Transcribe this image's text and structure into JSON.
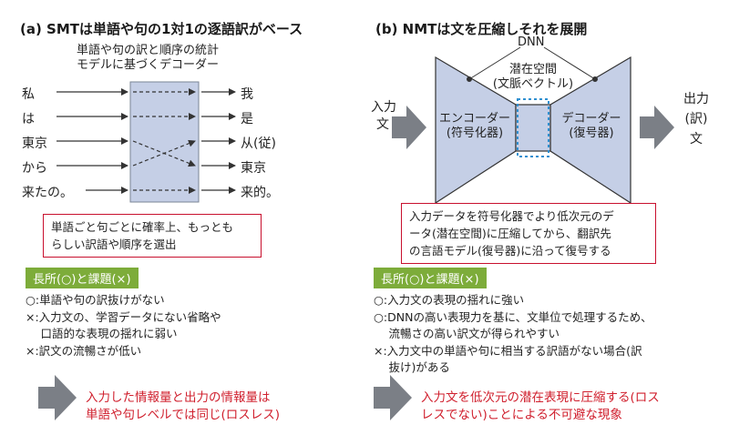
{
  "left": {
    "title": "(a) SMTは単語や句の1対1の逐語訳がベース",
    "stat_note": [
      "単語や句の訳と順序の統計",
      "モデルに基づくデコーダー"
    ],
    "source_words": [
      "私",
      "は",
      "東京",
      "から",
      "来たの。"
    ],
    "target_words": [
      "我",
      "是",
      "从(従)",
      "東京",
      "来的。"
    ],
    "red_box": [
      "単語ごと句ごとに確率上、もっとも",
      "らしい訳語や順序を選出"
    ],
    "section_label": "長所(○)と課題(×)",
    "points": [
      "○:単語や句の訳抜けがない",
      "×:入力文の、学習データにない省略や",
      "　 口語的な表現の揺れに弱い",
      "×:訳文の流暢さが低い"
    ],
    "conclusion": [
      "入力した情報量と出力の情報量は",
      "単語や句レベルでは同じ(ロスレス)"
    ]
  },
  "right": {
    "title": "(b) NMTは文を圧縮しそれを展開",
    "dnn": "DNN",
    "latent": [
      "潜在空間",
      "(文脈ベクトル)"
    ],
    "input_label": [
      "入力",
      "文"
    ],
    "encoder": [
      "エンコーダー",
      "(符号化器)"
    ],
    "decoder": [
      "デコーダー",
      "(復号器)"
    ],
    "output_label": [
      "出力",
      "(訳)",
      "文"
    ],
    "red_box": [
      "入力データを符号化器でより低次元のデ",
      "ータ(潜在空間)に圧縮してから、翻訳先",
      "の言語モデル(復号器)に沿って復号する"
    ],
    "section_label": "長所(○)と課題(×)",
    "points": [
      "○:入力文の表現の揺れに強い",
      "○:DNNの高い表現力を基に、文単位で処理するため、",
      "　 流暢さの高い訳文が得られやすい",
      "×:入力文中の単語や句に相当する訳語がない場合(訳",
      "　 抜け)がある"
    ],
    "conclusion": [
      "入力文を低次元の潜在表現に圧縮する(ロス",
      "レスでない)ことによる不可避な現象"
    ]
  },
  "colors": {
    "box_fill": "#c5cfe6",
    "arrow_gray": "#7b7f86",
    "accent_red": "#c8102e",
    "label_green": "#7dac3a",
    "dashed_blue": "#2f8fd0"
  }
}
